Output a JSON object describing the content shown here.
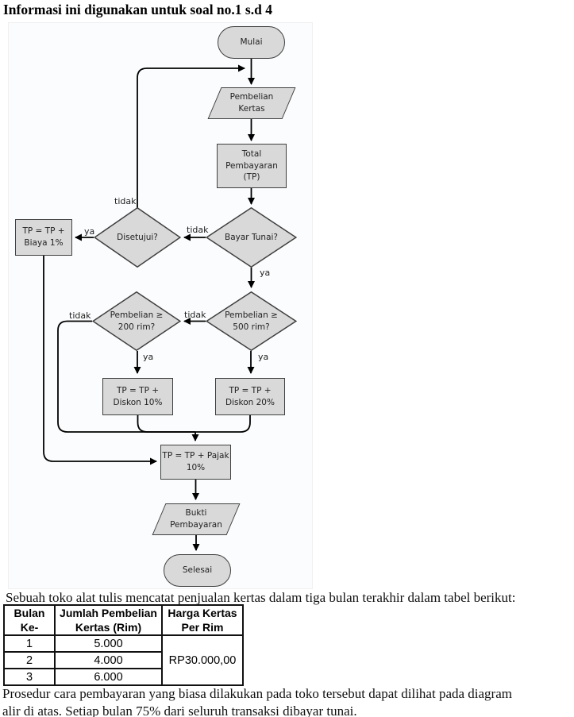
{
  "page": {
    "title": "Informasi ini digunakan untuk soal no.1 s.d 4",
    "intro_text": "Sebuah toko alat tulis mencatat penjualan kertas dalam tiga bulan terakhir dalam tabel berikut:",
    "footer_text": "Prosedur cara pembayaran yang biasa dilakukan pada toko tersebut dapat dilihat pada diagram\nalir di atas. Setiap bulan 75% dari seluruh transaksi dibayar tunai."
  },
  "flowchart": {
    "type": "flowchart",
    "colors": {
      "shape_fill": "#d9d9d9",
      "shape_border": "#3f3f3f",
      "line": "#000000"
    },
    "nodes": {
      "mulai": {
        "label": "Mulai",
        "type": "terminator"
      },
      "pembelian": {
        "label": "Pembelian\nKertas",
        "type": "input-output"
      },
      "total": {
        "label": "Total\nPembayaran\n(TP)",
        "type": "process"
      },
      "bayar": {
        "label": "Bayar Tunai?",
        "type": "decision"
      },
      "disetujui": {
        "label": "Disetujui?",
        "type": "decision"
      },
      "biaya": {
        "label": "TP = TP +\nBiaya 1%",
        "type": "process"
      },
      "p500": {
        "label": "Pembelian ≥\n500 rim?",
        "type": "decision"
      },
      "p200": {
        "label": "Pembelian ≥\n200 rim?",
        "type": "decision"
      },
      "diskon10": {
        "label": "TP = TP +\nDiskon 10%",
        "type": "process"
      },
      "diskon20": {
        "label": "TP = TP +\nDiskon 20%",
        "type": "process"
      },
      "pajak": {
        "label": "TP = TP + Pajak\n10%",
        "type": "process"
      },
      "bukti": {
        "label": "Bukti\nPembayaran",
        "type": "input-output"
      },
      "selesai": {
        "label": "Selesai",
        "type": "terminator"
      }
    },
    "edge_labels": {
      "disetujui_tidak": "tidak",
      "disetujui_ya": "ya",
      "bayar_tidak": "tidak",
      "bayar_ya": "ya",
      "p500_tidak": "tidak",
      "p500_ya": "ya",
      "p200_tidak": "tidak",
      "p200_ya": "ya"
    }
  },
  "table": {
    "headers": [
      "Bulan\nKe-",
      "Jumlah Pembelian\nKertas (Rim)",
      "Harga Kertas\nPer Rim"
    ],
    "rows": [
      {
        "bulan": "1",
        "jumlah": "5.000"
      },
      {
        "bulan": "2",
        "jumlah": "4.000"
      },
      {
        "bulan": "3",
        "jumlah": "6.000"
      }
    ],
    "merged_price": "RP30.000,00"
  }
}
